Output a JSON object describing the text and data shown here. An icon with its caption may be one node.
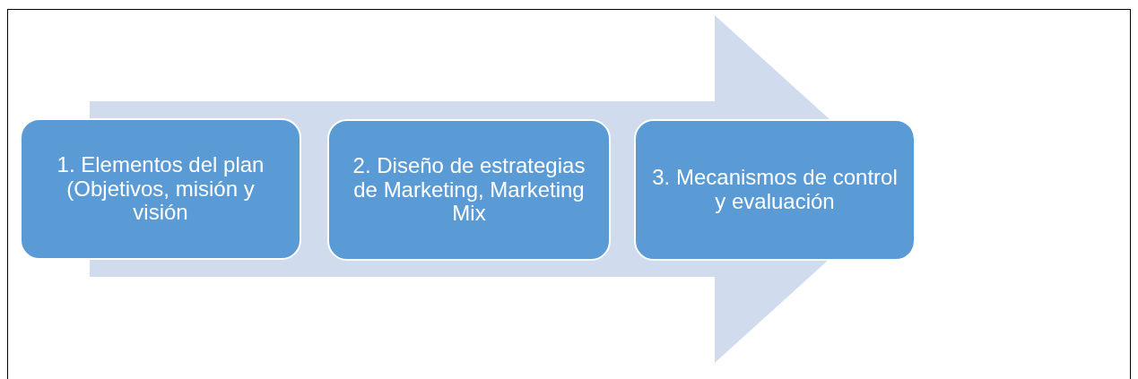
{
  "diagram": {
    "nodes": [
      {
        "text": [
          "1. Elementos del plan (Objetivos, misión y visión"
        ]
      },
      {
        "text": [
          "2. Diseño de estrategias de Marketing, Marketing Mix"
        ]
      },
      {
        "text": [
          "3. Mecanismos de control y evaluación"
        ]
      }
    ],
    "edges": [
      {
        "from": 0,
        "to": 2,
        "arrow": "to",
        "style": "thick"
      }
    ]
  }
}
